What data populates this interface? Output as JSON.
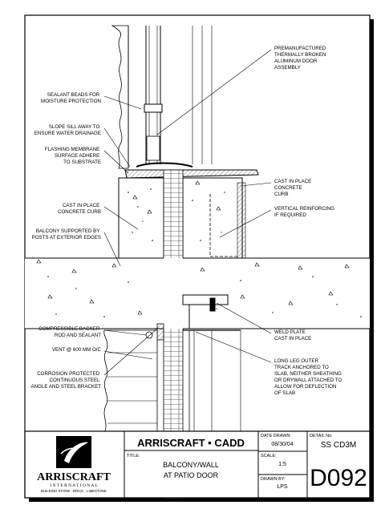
{
  "callouts_left": [
    {
      "id": "sealant",
      "lines": [
        "SEALANT BEADS FOR",
        "MOISTURE PROTECTION"
      ]
    },
    {
      "id": "slope",
      "lines": [
        "SLOPE SILL AWAY TO",
        "ENSURE WATER DRAINAGE"
      ]
    },
    {
      "id": "flashing",
      "lines": [
        "FLASHING MEMBRANE",
        "SURFACE ADHERE",
        "TO SUBSTRATE"
      ]
    },
    {
      "id": "curb-left",
      "lines": [
        "CAST IN PLACE",
        "CONCRETE CURB"
      ]
    },
    {
      "id": "balcony",
      "lines": [
        "BALCONY SUPPORTED BY",
        "POSTS AT EXTERIOR EDGES"
      ]
    },
    {
      "id": "backer",
      "lines": [
        "COMPRESSIBLE BACKER",
        "ROD AND SEALANT"
      ]
    },
    {
      "id": "vent",
      "lines": [
        "VENT @ 600 MM O/C"
      ]
    },
    {
      "id": "angle",
      "lines": [
        "CORROSION PROTECTED",
        "CONTINUOUS STEEL",
        "ANGLE AND STEEL BRACKET"
      ]
    }
  ],
  "callouts_right": [
    {
      "id": "door",
      "lines": [
        "PREMANUFACTURED",
        "THERMALLY BROKEN",
        "ALUMINUM DOOR",
        "ASSEMBLY"
      ]
    },
    {
      "id": "curb-right",
      "lines": [
        "CAST IN PLACE",
        "CONCRETE",
        "CURB"
      ]
    },
    {
      "id": "reinforcing",
      "lines": [
        "VERTICAL REINFORCING",
        "IF REQUIRED"
      ]
    },
    {
      "id": "weld",
      "lines": [
        "WELD PLATE",
        "CAST IN PLACE"
      ]
    },
    {
      "id": "track",
      "lines": [
        "LONG LEG OUTER",
        "TRACK ANCHORED TO",
        "SLAB, NEITHER SHEATHING",
        "OR DRYWALL ATTACHED TO",
        "ALLOW FOR DEFLECTION",
        "OF SLAB"
      ]
    }
  ],
  "title_block": {
    "logo_name": "ARRISCRAFT",
    "logo_tagline": "I N T E R N A T I O N A L",
    "logo_sub": "BUILDING STONE · BRICK · LIMESTONE",
    "company": "ARRISCRAFT • CADD",
    "title_label": "TITLE:",
    "title_line1": "BALCONY/WALL",
    "title_line2": "AT PATIO DOOR",
    "date_label": "DATE DRAWN:",
    "date_value": "08/30/04",
    "scale_label": "SCALE:",
    "scale_value": "1:5",
    "drawn_label": "DRAWN BY:",
    "drawn_value": "LPS",
    "detail_label": "DETAIL No:",
    "detail_code": "SS CD3M",
    "detail_number": "D092"
  }
}
